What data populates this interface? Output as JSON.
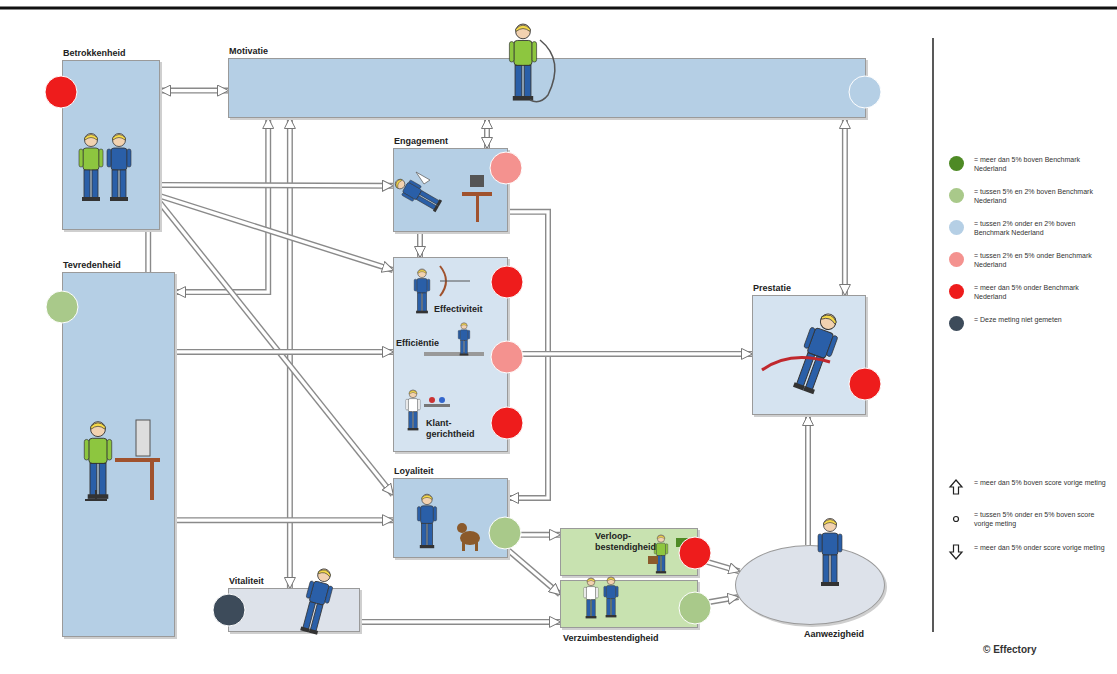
{
  "diagram": {
    "nodes": [
      {
        "text": [
          "Betrokkenheid"
        ]
      },
      {
        "text": [
          "Motivatie"
        ]
      },
      {
        "text": [
          "Engagement"
        ]
      },
      {
        "text": [
          "Tevredenheid"
        ]
      },
      {
        "text": [
          "Effectiviteit",
          "Efficiëntie",
          "Klant- gerichtheid"
        ]
      },
      {
        "text": [
          "Loyaliteit"
        ]
      },
      {
        "text": [
          "Vitaliteit"
        ]
      },
      {
        "text": [
          "Verloop- bestendigheid"
        ]
      },
      {
        "text": [
          "Verzuimbestendigheid"
        ]
      },
      {
        "text": [
          "Aanwezigheid"
        ]
      },
      {
        "text": [
          "Prestatie"
        ]
      }
    ],
    "edges": [
      {
        "from": 0,
        "to": 1,
        "arrow": "both"
      },
      {
        "from": 1,
        "to": 2,
        "arrow": "both"
      },
      {
        "from": 1,
        "to": 3,
        "arrow": "both"
      },
      {
        "from": 1,
        "to": 6,
        "arrow": "both"
      },
      {
        "from": 1,
        "to": 10,
        "arrow": "both"
      },
      {
        "from": 0,
        "to": 2,
        "arrow": "to"
      },
      {
        "from": 0,
        "to": 4,
        "arrow": "to"
      },
      {
        "from": 0,
        "to": 5,
        "arrow": "to"
      },
      {
        "from": 2,
        "to": 4,
        "arrow": "to"
      },
      {
        "from": 2,
        "to": 5,
        "arrow": "to"
      },
      {
        "from": 3,
        "to": 4,
        "arrow": "to"
      },
      {
        "from": 3,
        "to": 5,
        "arrow": "to"
      },
      {
        "from": 4,
        "to": 10,
        "arrow": "to"
      },
      {
        "from": 5,
        "to": 7,
        "arrow": "to"
      },
      {
        "from": 5,
        "to": 8,
        "arrow": "to"
      },
      {
        "from": 6,
        "to": 8,
        "arrow": "to"
      },
      {
        "from": 7,
        "to": 9,
        "arrow": "to"
      },
      {
        "from": 8,
        "to": 9,
        "arrow": "to"
      },
      {
        "from": 9,
        "to": 10,
        "arrow": "to"
      },
      {
        "from": 0,
        "to": 3,
        "arrow": "none"
      }
    ],
    "labels": [
      "© Effectory"
    ],
    "legend": [
      {
        "text": "= meer dan 5% boven Benchmark Nederland",
        "color": "#4e8a25"
      },
      {
        "text": "= tussen 5% en 2% boven Benchmark Nederland",
        "color": "#a9c98a"
      },
      {
        "text": "= tussen 2% onder en 2% boven Benchmark Nederland",
        "color": "#b5cfe5"
      },
      {
        "text": "= tussen 2% en 5% onder Benchmark Nederland",
        "color": "#f4928f"
      },
      {
        "text": "= meer dan 5% onder Benchmark Nederland",
        "color": "#ee1c1c"
      },
      {
        "text": "= Deze meting niet gemeten",
        "color": "#3d4b5a"
      },
      {
        "text": "= meer dan 5% boven score vorige meting"
      },
      {
        "text": "= tussen 5% onder en 5% boven score vorige meting"
      },
      {
        "text": "= meer dan 5% onder score vorige meting"
      }
    ]
  }
}
